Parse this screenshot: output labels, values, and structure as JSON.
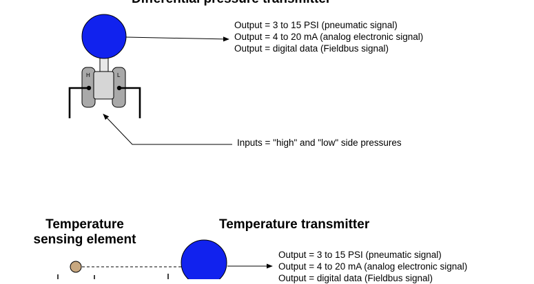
{
  "dp_transmitter": {
    "title": "Differential pressure transmitter",
    "port_high": "H",
    "port_low": "L",
    "outputs": [
      "Output = 3 to 15 PSI (pneumatic signal)",
      "Output = 4 to 20 mA (analog electronic signal)",
      "Output = digital data (Fieldbus signal)"
    ],
    "inputs_label": "Inputs = \"high\" and \"low\" side pressures"
  },
  "temperature": {
    "sensing_element_title_line1": "Temperature",
    "sensing_element_title_line2": "sensing element",
    "transmitter_title": "Temperature transmitter",
    "outputs": [
      "Output = 3 to 15 PSI (pneumatic signal)",
      "Output = 4 to 20 mA (analog electronic signal)",
      "Output = digital data (Fieldbus signal)"
    ]
  },
  "colors": {
    "transmitter_body": "#1122ee",
    "sensor_bulb": "#c8a880",
    "manifold_light": "#d6d6d6",
    "capsule_gray": "#aaaaaa"
  },
  "icons": {
    "transmitter_head": "blue-circle",
    "sensing_bulb": "tan-circle"
  }
}
